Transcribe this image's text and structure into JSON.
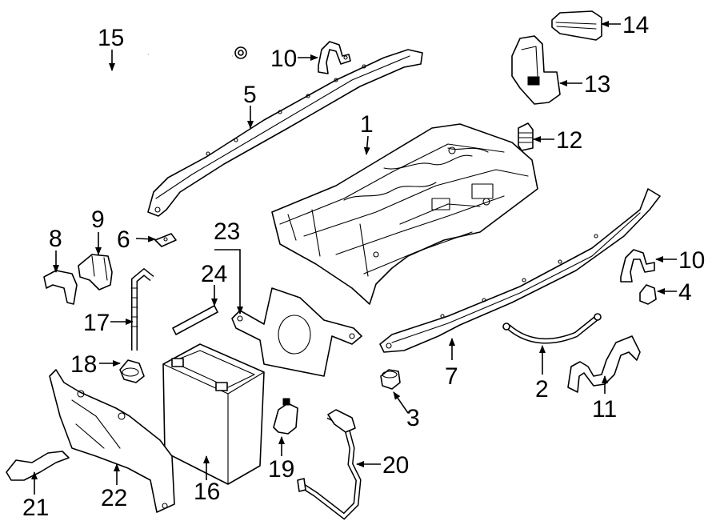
{
  "diagram": {
    "callouts": [
      {
        "id": "c1",
        "text": "1"
      },
      {
        "id": "c2",
        "text": "2"
      },
      {
        "id": "c3",
        "text": "3"
      },
      {
        "id": "c4",
        "text": "4"
      },
      {
        "id": "c5",
        "text": "5"
      },
      {
        "id": "c6",
        "text": "6"
      },
      {
        "id": "c7",
        "text": "7"
      },
      {
        "id": "c8",
        "text": "8"
      },
      {
        "id": "c9",
        "text": "9"
      },
      {
        "id": "c10a",
        "text": "10"
      },
      {
        "id": "c10b",
        "text": "10"
      },
      {
        "id": "c11",
        "text": "11"
      },
      {
        "id": "c12",
        "text": "12"
      },
      {
        "id": "c13",
        "text": "13"
      },
      {
        "id": "c14",
        "text": "14"
      },
      {
        "id": "c15",
        "text": "15"
      },
      {
        "id": "c16",
        "text": "16"
      },
      {
        "id": "c17",
        "text": "17"
      },
      {
        "id": "c18",
        "text": "18"
      },
      {
        "id": "c19",
        "text": "19"
      },
      {
        "id": "c20",
        "text": "20"
      },
      {
        "id": "c21",
        "text": "21"
      },
      {
        "id": "c22",
        "text": "22"
      },
      {
        "id": "c23",
        "text": "23"
      },
      {
        "id": "c24",
        "text": "24"
      }
    ]
  }
}
